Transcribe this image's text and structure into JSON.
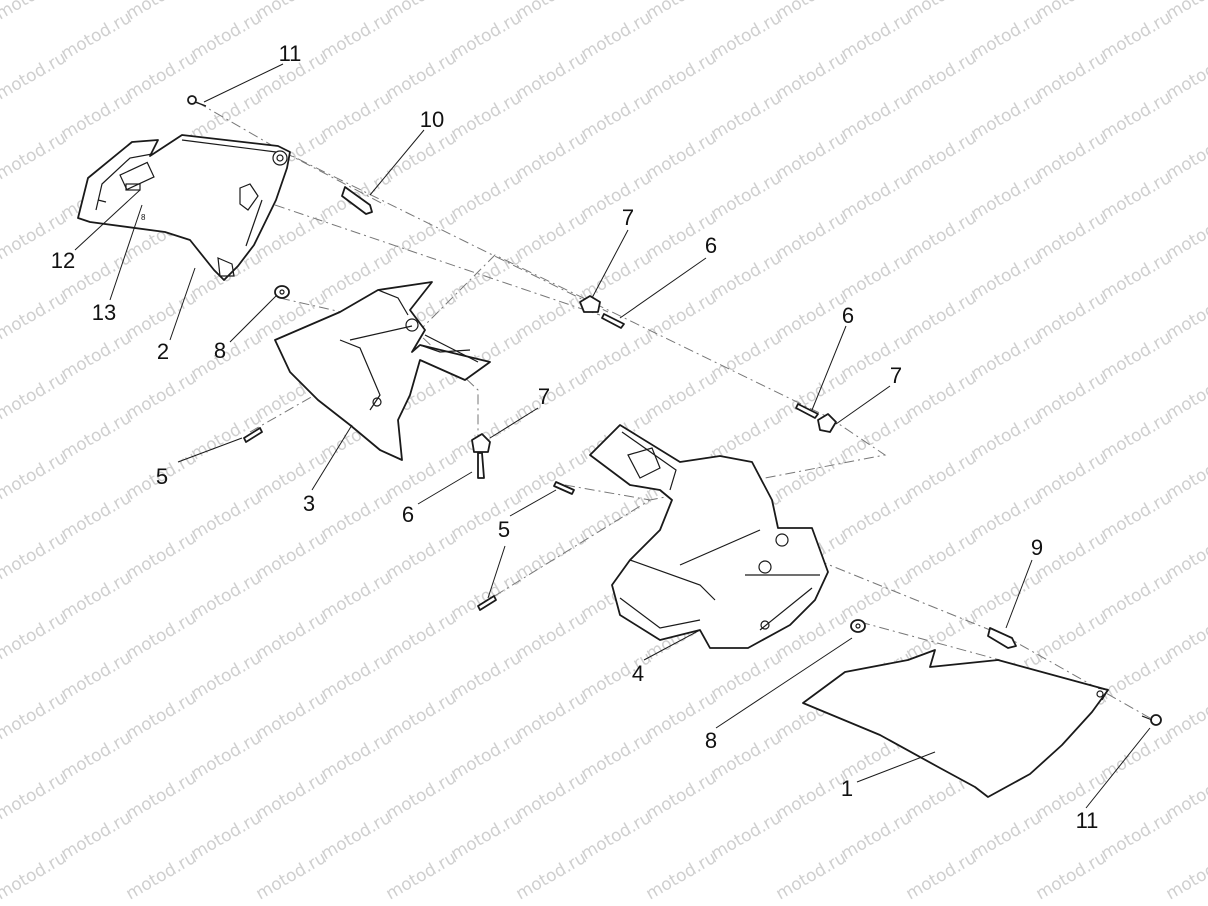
{
  "diagram": {
    "watermark_text": "motod.ru",
    "small_marking": "8",
    "callouts": [
      {
        "id": "callout-11-top",
        "label": "11"
      },
      {
        "id": "callout-10",
        "label": "10"
      },
      {
        "id": "callout-12",
        "label": "12"
      },
      {
        "id": "callout-13",
        "label": "13"
      },
      {
        "id": "callout-2",
        "label": "2"
      },
      {
        "id": "callout-8-left",
        "label": "8"
      },
      {
        "id": "callout-7-top",
        "label": "7"
      },
      {
        "id": "callout-6-top",
        "label": "6"
      },
      {
        "id": "callout-6-right",
        "label": "6"
      },
      {
        "id": "callout-7-right",
        "label": "7"
      },
      {
        "id": "callout-7-middle",
        "label": "7"
      },
      {
        "id": "callout-5-left",
        "label": "5"
      },
      {
        "id": "callout-3",
        "label": "3"
      },
      {
        "id": "callout-6-bottom",
        "label": "6"
      },
      {
        "id": "callout-5-middle",
        "label": "5"
      },
      {
        "id": "callout-9",
        "label": "9"
      },
      {
        "id": "callout-4",
        "label": "4"
      },
      {
        "id": "callout-8-right",
        "label": "8"
      },
      {
        "id": "callout-1",
        "label": "1"
      },
      {
        "id": "callout-11-bottom",
        "label": "11"
      }
    ]
  }
}
